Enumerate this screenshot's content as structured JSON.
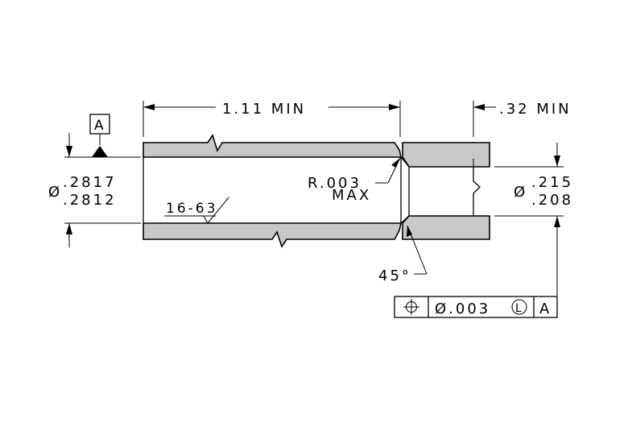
{
  "drawing": {
    "dim_length": "1.11 MIN",
    "dim_counterbore": ".32 MIN",
    "datum_label": "A",
    "bore_diameter_symbol": "Ø",
    "bore_diameter_upper": ".2817",
    "bore_diameter_lower": ".2812",
    "small_bore_diameter_symbol": "Ø",
    "small_bore_diameter_upper": ".215",
    "small_bore_diameter_lower": ".208",
    "fillet_radius_line1": "R.003",
    "fillet_radius_line2": "MAX",
    "surface_finish": "16-63",
    "chamfer_angle": "45°",
    "fcf": {
      "characteristic_symbol": "⌖",
      "tolerance": "Ø.003",
      "modifier": "L",
      "datum": "A"
    },
    "colors": {
      "part_fill": "#c8c8c8",
      "line": "#000000"
    }
  }
}
